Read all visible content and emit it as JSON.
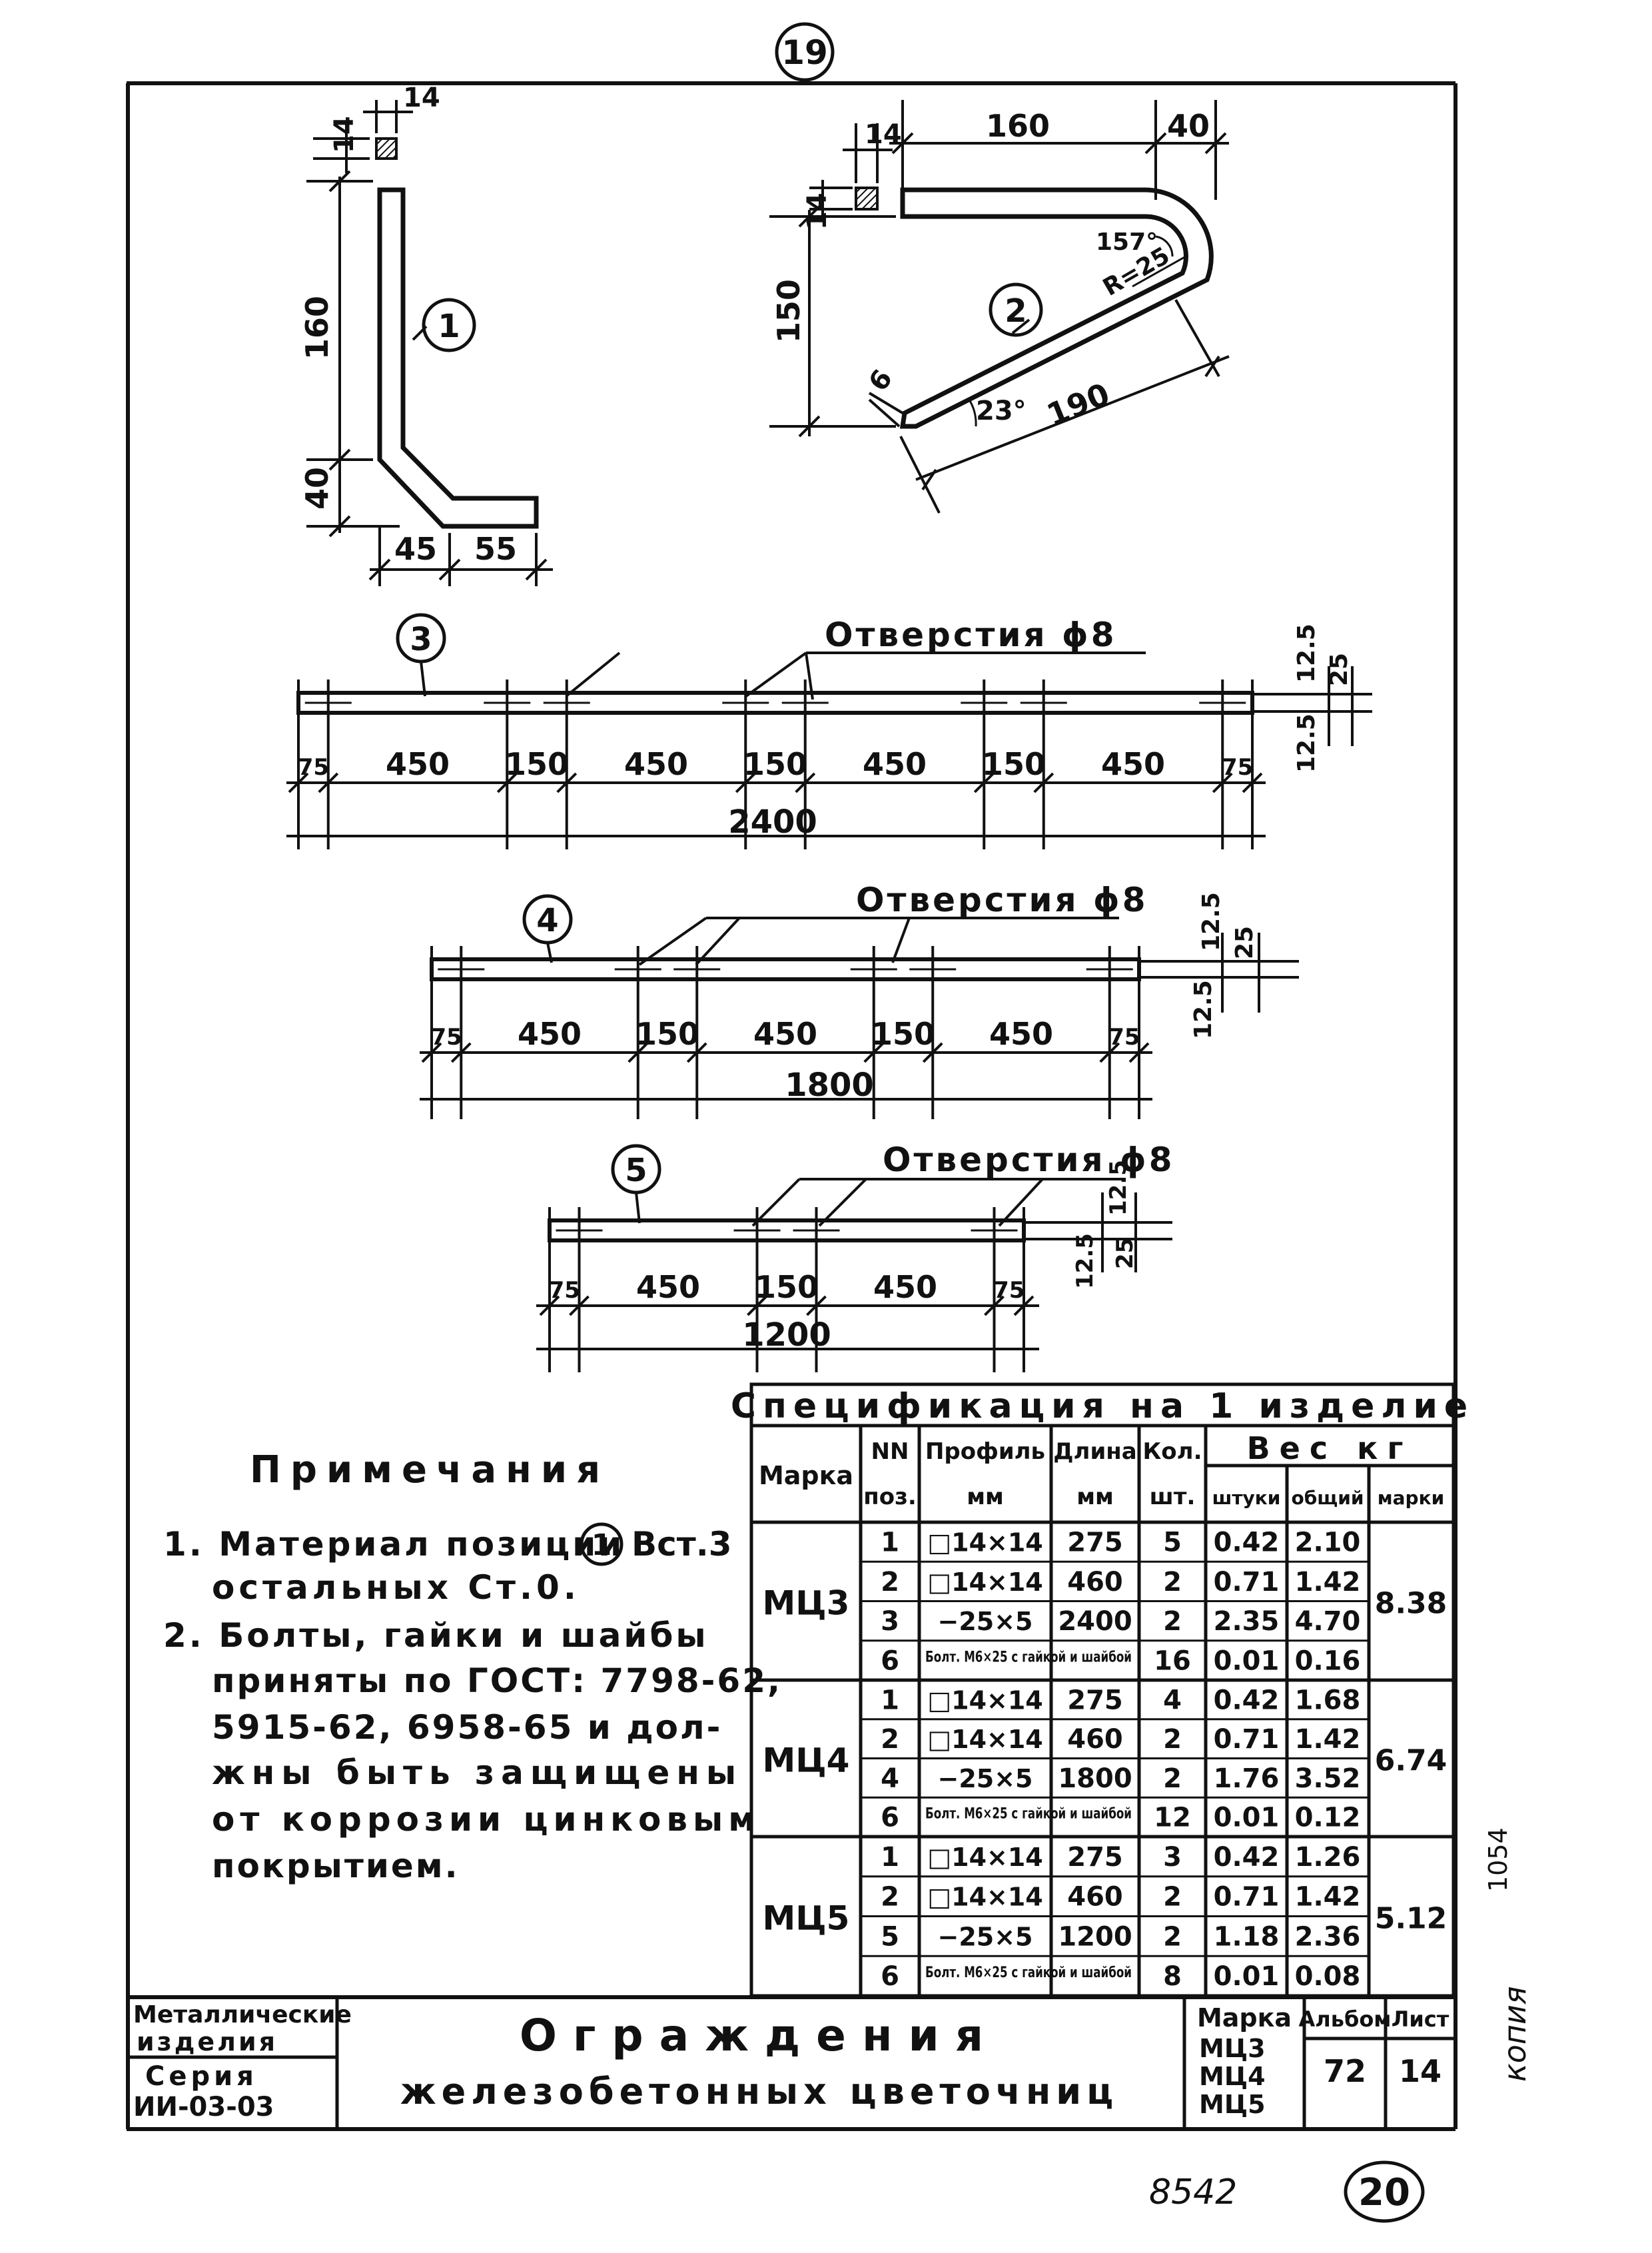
{
  "page": {
    "top_sheet_number": "19",
    "bottom_sheet_number": "20",
    "bottom_code": "8542",
    "side_code": "1054",
    "side_signature": "копия"
  },
  "part1": {
    "label": "1",
    "dims": {
      "section_w": "14",
      "section_h": "14",
      "vertical": "160",
      "lower": "40",
      "bottom_left": "45",
      "bottom_right": "55"
    }
  },
  "part2": {
    "label": "2",
    "dims": {
      "section_w": "14",
      "section_h": "14",
      "top_len": "160",
      "top_right": "40",
      "height": "150",
      "angle_top": "157°",
      "radius": "R=25",
      "tip": "6",
      "angle_bottom": "23°",
      "slant_len": "190"
    }
  },
  "part3": {
    "label": "3",
    "holes_label": "Отверстия ϕ8",
    "segments": [
      "75",
      "450",
      "150",
      "450",
      "150",
      "450",
      "150",
      "450",
      "75"
    ],
    "total": "2400",
    "side_dims": [
      "12.5",
      "12.5",
      "25"
    ]
  },
  "part4": {
    "label": "4",
    "holes_label": "Отверстия ϕ8",
    "segments": [
      "75",
      "450",
      "150",
      "450",
      "150",
      "450",
      "75"
    ],
    "total": "1800",
    "side_dims": [
      "12.5",
      "12.5",
      "25"
    ]
  },
  "part5": {
    "label": "5",
    "holes_label": "Отверстия ϕ8",
    "segments": [
      "75",
      "450",
      "150",
      "450",
      "75"
    ],
    "total": "1200",
    "side_dims": [
      "12.5",
      "12.5",
      "25"
    ]
  },
  "notes": {
    "title": "Примечания",
    "lines": [
      "1. Материал позиции",
      "Вст.3",
      "остальных Ст.0.",
      "2. Болты, гайки и шайбы",
      "приняты по ГОСТ: 7798-62,",
      "5915-62, 6958-65 и дол-",
      "жны быть защищены",
      "от коррозии цинковым",
      "покрытием."
    ],
    "circled_ref": "1"
  },
  "spec": {
    "title": "Спецификация на 1 изделие",
    "headers": {
      "marka": "Марка",
      "pos": [
        "NN",
        "поз."
      ],
      "profile": [
        "Профиль",
        "мм"
      ],
      "length": [
        "Длина",
        "мм"
      ],
      "qty": [
        "Кол.",
        "шт."
      ],
      "weight": "Вес кг",
      "w_unit": "штуки",
      "w_total": "общий",
      "w_mark": "марки"
    },
    "groups": [
      {
        "mark": "МЦ3",
        "mark_weight": "8.38",
        "rows": [
          {
            "pos": "1",
            "profile": "□14×14",
            "length": "275",
            "qty": "5",
            "unit": "0.42",
            "total": "2.10"
          },
          {
            "pos": "2",
            "profile": "□14×14",
            "length": "460",
            "qty": "2",
            "unit": "0.71",
            "total": "1.42"
          },
          {
            "pos": "3",
            "profile": "−25×5",
            "length": "2400",
            "qty": "2",
            "unit": "2.35",
            "total": "4.70"
          },
          {
            "pos": "6",
            "profile": "Болт. М6×25 с гайкой и шайбой",
            "length": "",
            "qty": "16",
            "unit": "0.01",
            "total": "0.16"
          }
        ]
      },
      {
        "mark": "МЦ4",
        "mark_weight": "6.74",
        "rows": [
          {
            "pos": "1",
            "profile": "□14×14",
            "length": "275",
            "qty": "4",
            "unit": "0.42",
            "total": "1.68"
          },
          {
            "pos": "2",
            "profile": "□14×14",
            "length": "460",
            "qty": "2",
            "unit": "0.71",
            "total": "1.42"
          },
          {
            "pos": "4",
            "profile": "−25×5",
            "length": "1800",
            "qty": "2",
            "unit": "1.76",
            "total": "3.52"
          },
          {
            "pos": "6",
            "profile": "Болт. М6×25 с гайкой и шайбой",
            "length": "",
            "qty": "12",
            "unit": "0.01",
            "total": "0.12"
          }
        ]
      },
      {
        "mark": "МЦ5",
        "mark_weight": "5.12",
        "rows": [
          {
            "pos": "1",
            "profile": "□14×14",
            "length": "275",
            "qty": "3",
            "unit": "0.42",
            "total": "1.26"
          },
          {
            "pos": "2",
            "profile": "□14×14",
            "length": "460",
            "qty": "2",
            "unit": "0.71",
            "total": "1.42"
          },
          {
            "pos": "5",
            "profile": "−25×5",
            "length": "1200",
            "qty": "2",
            "unit": "1.18",
            "total": "2.36"
          },
          {
            "pos": "6",
            "profile": "Болт. М6×25 с гайкой и шайбой",
            "length": "",
            "qty": "8",
            "unit": "0.01",
            "total": "0.08"
          }
        ]
      }
    ]
  },
  "titleblock": {
    "category_top": "Металлические",
    "category_bottom": "изделия",
    "series_label": "Серия",
    "series": "ИИ-03-03",
    "title_line1": "Ограждения",
    "title_line2": "железобетонных цветочниц",
    "marka_label": "Марка",
    "marks": [
      "МЦ3",
      "МЦ4",
      "МЦ5"
    ],
    "album_label": "Альбом",
    "album": "72",
    "sheet_label": "Лист",
    "sheet": "14"
  }
}
